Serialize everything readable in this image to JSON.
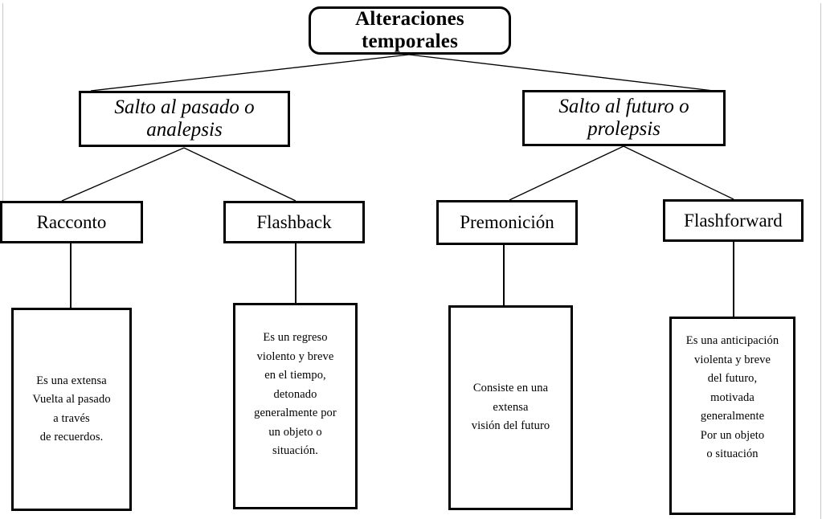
{
  "diagram": {
    "title": "Alteraciones temporales",
    "type": "hierarchy-tree",
    "root": {
      "label": "Alteraciones temporales"
    },
    "branches": [
      {
        "label": "Salto al pasado o analepsis"
      },
      {
        "label": "Salto al futuro o prolepsis"
      }
    ],
    "leaves": [
      {
        "label": "Racconto"
      },
      {
        "label": "Flashback"
      },
      {
        "label": "Premonición"
      },
      {
        "label": "Flashforward"
      }
    ],
    "descriptions": [
      {
        "text": "Es una extensa\nVuelta al pasado\na través\nde recuerdos."
      },
      {
        "text": "Es un regreso\nviolento y breve\nen el tiempo,\ndetonado\ngeneralmente por\nun objeto o\nsituación."
      },
      {
        "text": "Consiste en una\nextensa\nvisión del futuro"
      },
      {
        "text": "Es una anticipación\nviolenta y breve\ndel futuro,\nmotivada\ngeneralmente\nPor un objeto\no situación"
      }
    ],
    "colors": {
      "line": "#000000",
      "box_border": "#000000",
      "background": "#ffffff",
      "page_rule": "#c9c9c9"
    }
  }
}
